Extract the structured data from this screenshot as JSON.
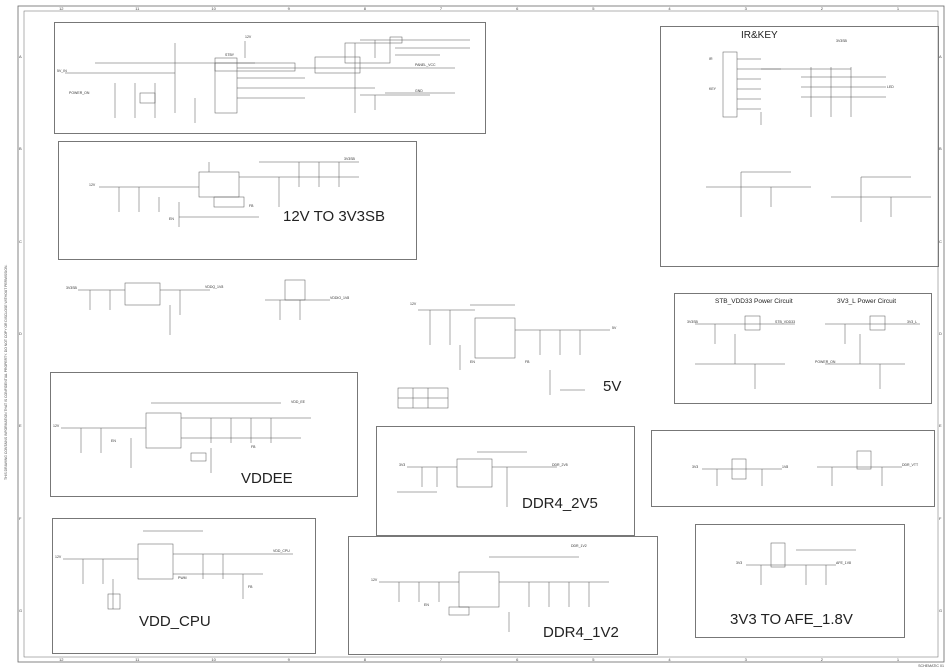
{
  "frame": {
    "columns_top": [
      "12",
      "11",
      "10",
      "9",
      "8",
      "7",
      "6",
      "5",
      "4",
      "3",
      "2",
      "1"
    ],
    "columns_bottom": [
      "12",
      "11",
      "10",
      "9",
      "8",
      "7",
      "6",
      "5",
      "4",
      "3",
      "2",
      "1"
    ],
    "rows_left": [
      "A",
      "B",
      "C",
      "D",
      "E",
      "F",
      "G"
    ],
    "rows_right": [
      "A",
      "B",
      "C",
      "D",
      "E",
      "F",
      "G"
    ],
    "side_note": "THIS DRAWING CONTAINS INFORMATION THAT IS CONFIDENTIAL PROPERTY. DO NOT COPY OR DISCLOSE WITHOUT PERMISSION.",
    "drawing_no": "SCHEMATIC 01"
  },
  "blocks": {
    "power_input": {
      "labels": [
        "5V_IN",
        "POWER_ON",
        "STBY",
        "12V",
        "PANEL_VCC",
        "GND"
      ]
    },
    "standby_12v": {
      "title": "12V TO 3V3SB",
      "labels": [
        "12V",
        "3V3SB",
        "EN",
        "FB"
      ]
    },
    "vddq": {
      "labels": [
        "3V3SB",
        "VDDQ_1V8",
        "VDDIO_1V8"
      ]
    },
    "vddee": {
      "title": "VDDEE",
      "labels": [
        "12V",
        "VDD_EE",
        "EN",
        "FB"
      ]
    },
    "vdd_cpu": {
      "title": "VDD_CPU",
      "labels": [
        "12V",
        "VDD_CPU",
        "PWM",
        "FB"
      ]
    },
    "fivev": {
      "title": "5V",
      "labels": [
        "12V",
        "5V",
        "EN",
        "FB"
      ]
    },
    "ddr4_2v5": {
      "title": "DDR4_2V5",
      "labels": [
        "3V3",
        "DDR_2V5"
      ]
    },
    "ddr4_1v2": {
      "title": "DDR4_1V2",
      "labels": [
        "12V",
        "DDR_1V2",
        "EN"
      ]
    },
    "ir_key": {
      "title": "IR&KEY",
      "labels": [
        "IR",
        "KEY",
        "LED",
        "3V3SB"
      ]
    },
    "stb_power": {
      "title_left": "STB_VDD33 Power Circuit",
      "title_right": "3V3_L Power Circuit",
      "labels": [
        "3V3SB",
        "STB_VDD33",
        "3V3_L",
        "POWER_ON"
      ]
    },
    "ldo_small": {
      "labels": [
        "3V3",
        "1V8",
        "DDR_VTT"
      ]
    },
    "afe": {
      "title": "3V3 TO AFE_1.8V",
      "labels": [
        "3V3",
        "AFE_1V8"
      ]
    }
  }
}
